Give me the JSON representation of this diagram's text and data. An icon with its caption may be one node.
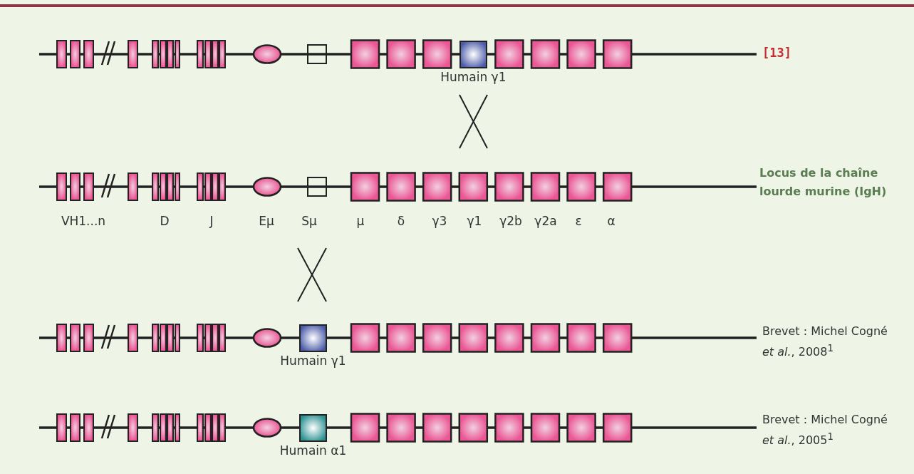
{
  "diagram": {
    "nodes": [
      {
        "text": [],
        "shape": "box",
        "beside": [
          "Humain γ1"
        ]
      },
      {
        "text": [],
        "shape": "box",
        "beside": [
          "Humain γ1"
        ]
      },
      {
        "text": [],
        "shape": "box",
        "beside": [
          "Humain α1"
        ]
      }
    ],
    "labels": [
      "[13]",
      "Locus de la chaîne lourde murine (IgH)",
      "VH1...n",
      "D",
      "J",
      "Eμ",
      "Sμ",
      "μ",
      "δ",
      "γ3",
      "γ1",
      "γ2b",
      "γ2a",
      "ε",
      "α",
      "Brevet : Michel Cogné *et al.*, 2008$^{1}$",
      "Brevet : Michel Cogné *et al.*, 2005$^{1}$"
    ]
  }
}
